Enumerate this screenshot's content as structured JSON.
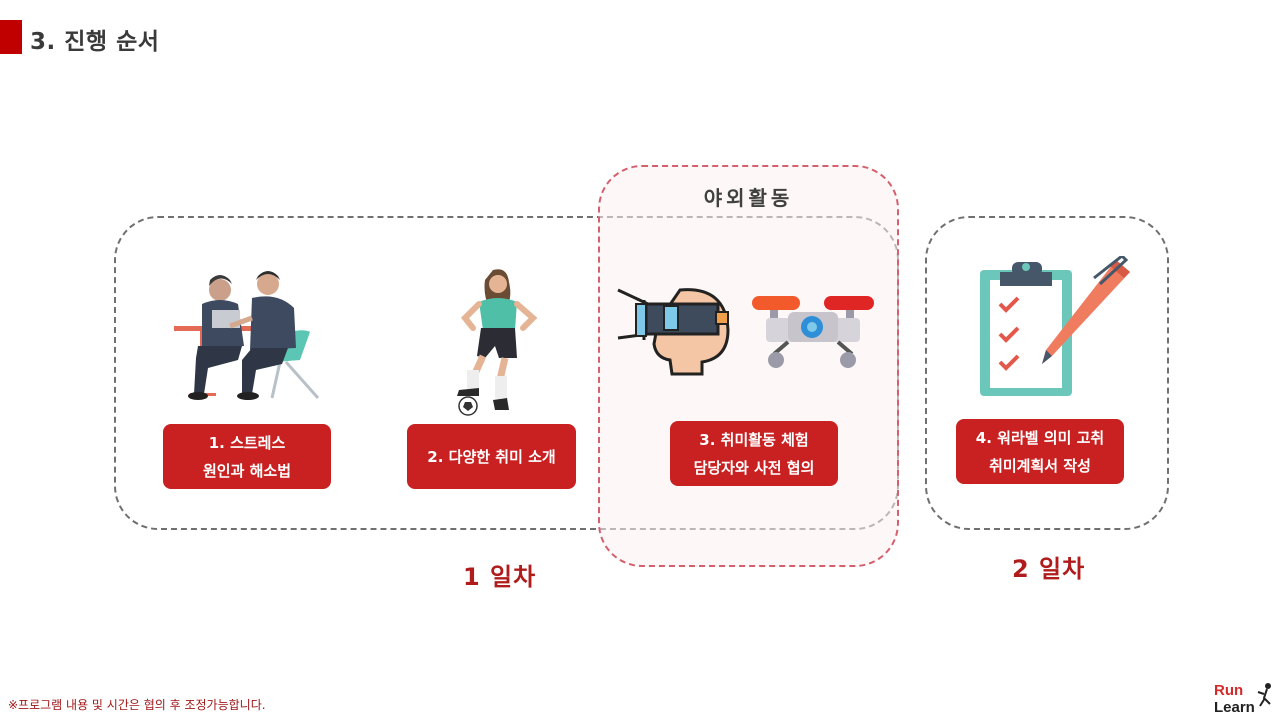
{
  "header": {
    "title": "3. 진행 순서"
  },
  "outdoor": {
    "label": "야외활동"
  },
  "steps": [
    {
      "line1": "1.  스트레스",
      "line2": "원인과 해소법"
    },
    {
      "line1": "2. 다양한 취미 소개",
      "line2": ""
    },
    {
      "line1": "3. 취미활동 체험",
      "line2": "담당자와 사전 협의"
    },
    {
      "line1": "4. 워라벨 의미 고취",
      "line2": "취미계획서 작성"
    }
  ],
  "days": {
    "day1": "1 일차",
    "day2": "2 일차"
  },
  "footnote": "※프로그램 내용 및 시간은 협의 후 조정가능합니다.",
  "logo": {
    "line1": "Run",
    "line2": "Learn"
  },
  "colors": {
    "accent": "#c92121",
    "title_bar": "#c00000",
    "outdoor_border": "#d4606e"
  },
  "icons": [
    "meeting-illustration-icon",
    "soccer-player-icon",
    "vr-headset-icon",
    "drone-icon",
    "clipboard-checklist-icon",
    "pen-icon"
  ]
}
